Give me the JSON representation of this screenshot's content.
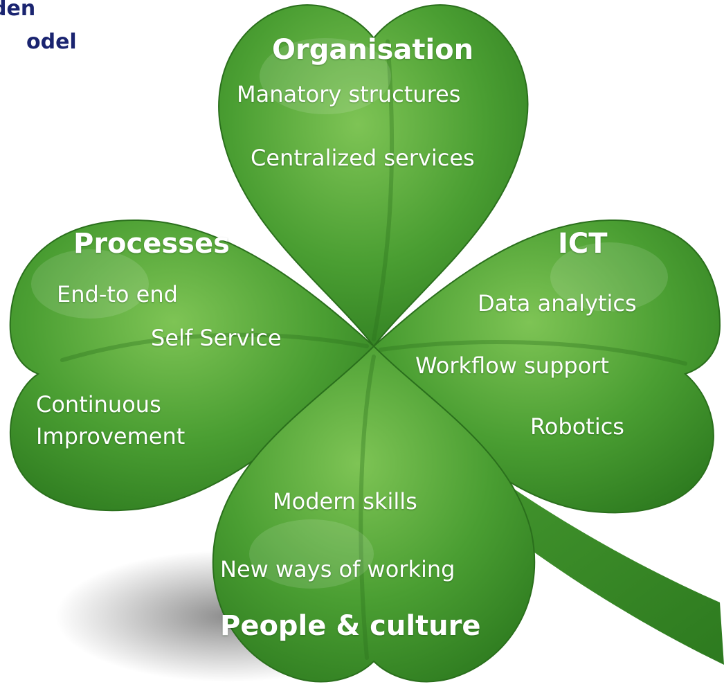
{
  "corner_title": {
    "line1": "den",
    "line2": "odel",
    "color": "#1a2470"
  },
  "colors": {
    "leaf_dark": "#2d7a1f",
    "leaf_mid": "#4a9e32",
    "leaf_light": "#7ec455",
    "text": "#ffffff"
  },
  "leaves": {
    "organisation": {
      "title": "Organisation",
      "items": [
        "Manatory structures",
        "Centralized services"
      ]
    },
    "processes": {
      "title": "Processes",
      "items": [
        "End-to end",
        "Self Service",
        "Continuous",
        "Improvement"
      ]
    },
    "ict": {
      "title": "ICT",
      "items": [
        "Data analytics",
        "Workflow support",
        "Robotics"
      ]
    },
    "people": {
      "title": "People & culture",
      "items": [
        "Modern skills",
        "New ways of working"
      ]
    }
  }
}
